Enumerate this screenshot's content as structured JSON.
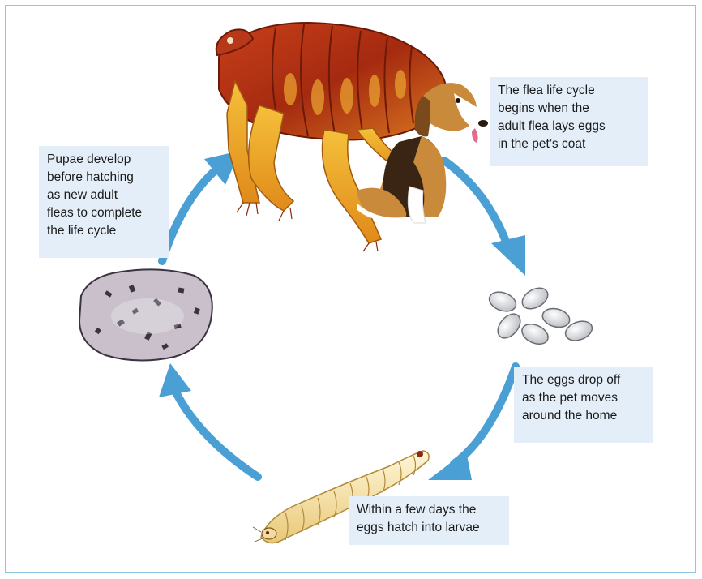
{
  "captions": {
    "adult_lays_eggs": [
      "The flea life cycle",
      "begins when the",
      "adult flea lays eggs",
      "in the pet’s coat"
    ],
    "eggs_drop": [
      "The eggs drop off",
      "as the pet moves",
      "around the home"
    ],
    "eggs_hatch": [
      "Within a few days the",
      "eggs hatch into larvae"
    ],
    "pupae_develop": [
      "Pupae develop",
      "before hatching",
      "as new adult",
      "fleas to complete",
      "the life cycle"
    ]
  },
  "colors": {
    "arrow": "#4a9fd4",
    "caption_bg": "#e4eef8",
    "frame_border": "#8ec6e6"
  },
  "icons": [
    "adult-flea-illustration",
    "beagle-dog-illustration",
    "flea-eggs-illustration",
    "flea-larva-illustration",
    "flea-pupa-illustration"
  ]
}
